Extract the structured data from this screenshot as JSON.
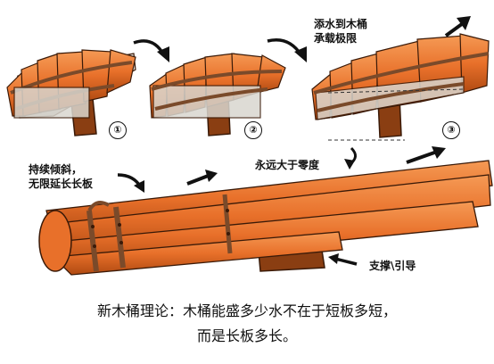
{
  "panels": [
    {
      "number": "①"
    },
    {
      "number": "②"
    },
    {
      "number": "③"
    }
  ],
  "labels": {
    "fill_to_barrel": [
      "添水到木桶",
      "承载极限"
    ],
    "keep_tilting": [
      "持续倾斜，",
      "无限延长长板"
    ],
    "always_above_zero": "永远大于零度",
    "support_guide": "支撑\\引导"
  },
  "caption": {
    "line1": "新木桶理论：木桶能盛多少水不在于短板多短，",
    "line2": "而是长板多长。"
  },
  "colors": {
    "wood": "#e8702a",
    "wood_dark": "#b04a12",
    "wood_light": "#f59a55",
    "band": "#7a4a2a",
    "water": "#d9d6cf",
    "stand": "#8a3e12",
    "outline": "#3a1a08"
  }
}
